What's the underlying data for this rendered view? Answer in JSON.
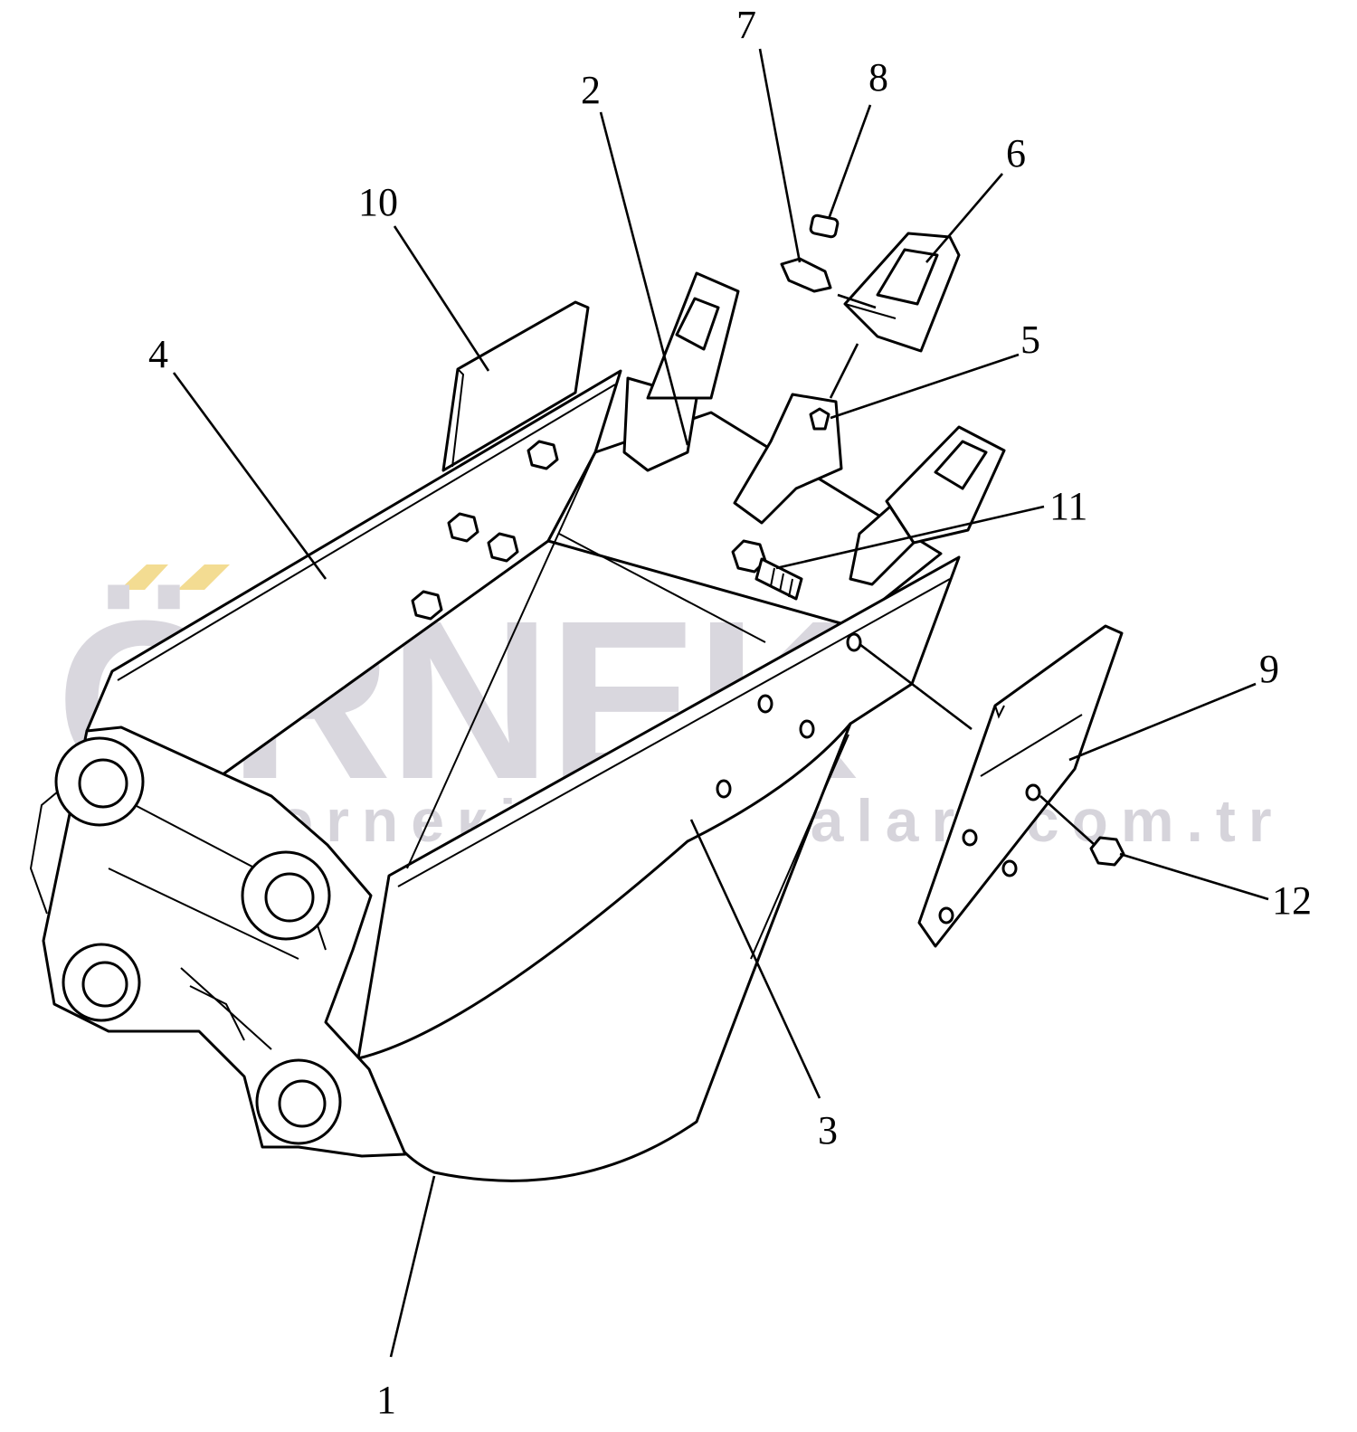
{
  "watermark": {
    "brand": "ÖRNEK",
    "url": "www.orneкismakinalari.com.tr",
    "accent_color": "#f3dc92",
    "text_color": "#d9d7de"
  },
  "callouts": [
    {
      "id": "1",
      "label": "1"
    },
    {
      "id": "2",
      "label": "2"
    },
    {
      "id": "3",
      "label": "3"
    },
    {
      "id": "4",
      "label": "4"
    },
    {
      "id": "5",
      "label": "5"
    },
    {
      "id": "6",
      "label": "6"
    },
    {
      "id": "7",
      "label": "7"
    },
    {
      "id": "8",
      "label": "8"
    },
    {
      "id": "9",
      "label": "9"
    },
    {
      "id": "10",
      "label": "10"
    },
    {
      "id": "11",
      "label": "11"
    },
    {
      "id": "12",
      "label": "12"
    }
  ]
}
